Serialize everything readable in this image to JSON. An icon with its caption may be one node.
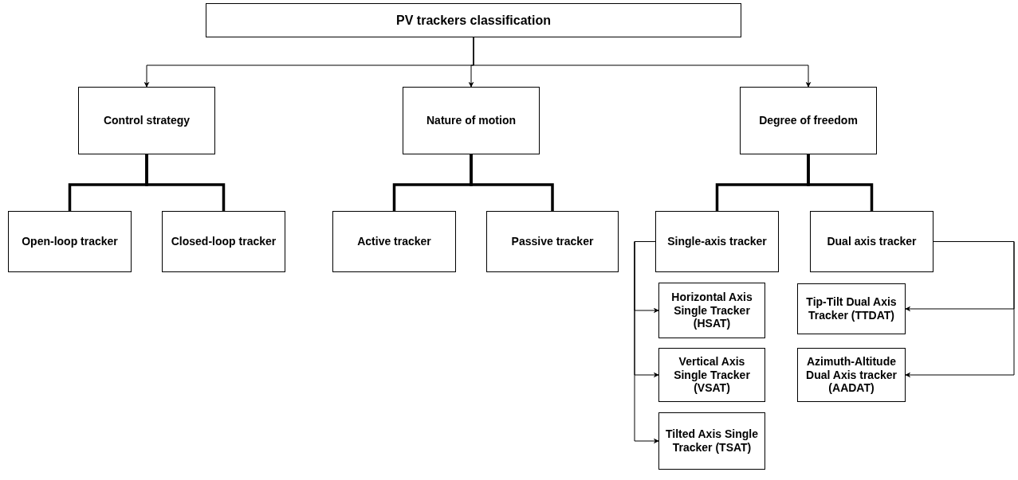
{
  "diagram": {
    "nodes": [
      {
        "text": [
          "PV trackers classification"
        ]
      },
      {
        "text": [
          "Control strategy"
        ]
      },
      {
        "text": [
          "Nature of motion"
        ]
      },
      {
        "text": [
          "Degree of freedom"
        ]
      },
      {
        "text": [
          "Open-loop tracker"
        ]
      },
      {
        "text": [
          "Closed-loop tracker"
        ]
      },
      {
        "text": [
          "Active tracker"
        ]
      },
      {
        "text": [
          "Passive tracker"
        ]
      },
      {
        "text": [
          "Single-axis tracker"
        ]
      },
      {
        "text": [
          "Dual axis tracker"
        ]
      },
      {
        "text": [
          "Horizontal Axis Single Tracker (HSAT)"
        ]
      },
      {
        "text": [
          "Vertical Axis Single Tracker (VSAT)"
        ]
      },
      {
        "text": [
          "Tilted Axis Single Tracker (TSAT)"
        ]
      },
      {
        "text": [
          "Tip-Tilt Dual Axis Tracker (TTDAT)"
        ]
      },
      {
        "text": [
          "Azimuth-Altitude Dual Axis tracker (AADAT)"
        ]
      }
    ],
    "edges": [
      {
        "from": 0,
        "to": 1,
        "arrow": "to"
      },
      {
        "from": 0,
        "to": 2,
        "arrow": "to"
      },
      {
        "from": 0,
        "to": 3,
        "arrow": "to"
      },
      {
        "from": 1,
        "to": 4,
        "arrow": "none",
        "style": "thick"
      },
      {
        "from": 1,
        "to": 5,
        "arrow": "none",
        "style": "thick"
      },
      {
        "from": 2,
        "to": 6,
        "arrow": "none",
        "style": "thick"
      },
      {
        "from": 2,
        "to": 7,
        "arrow": "none",
        "style": "thick"
      },
      {
        "from": 3,
        "to": 8,
        "arrow": "none",
        "style": "thick"
      },
      {
        "from": 3,
        "to": 9,
        "arrow": "none",
        "style": "thick"
      },
      {
        "from": 8,
        "to": 10,
        "arrow": "to"
      },
      {
        "from": 8,
        "to": 11,
        "arrow": "to"
      },
      {
        "from": 8,
        "to": 12,
        "arrow": "to"
      },
      {
        "from": 9,
        "to": 13,
        "arrow": "to"
      },
      {
        "from": 9,
        "to": 14,
        "arrow": "to"
      }
    ]
  }
}
